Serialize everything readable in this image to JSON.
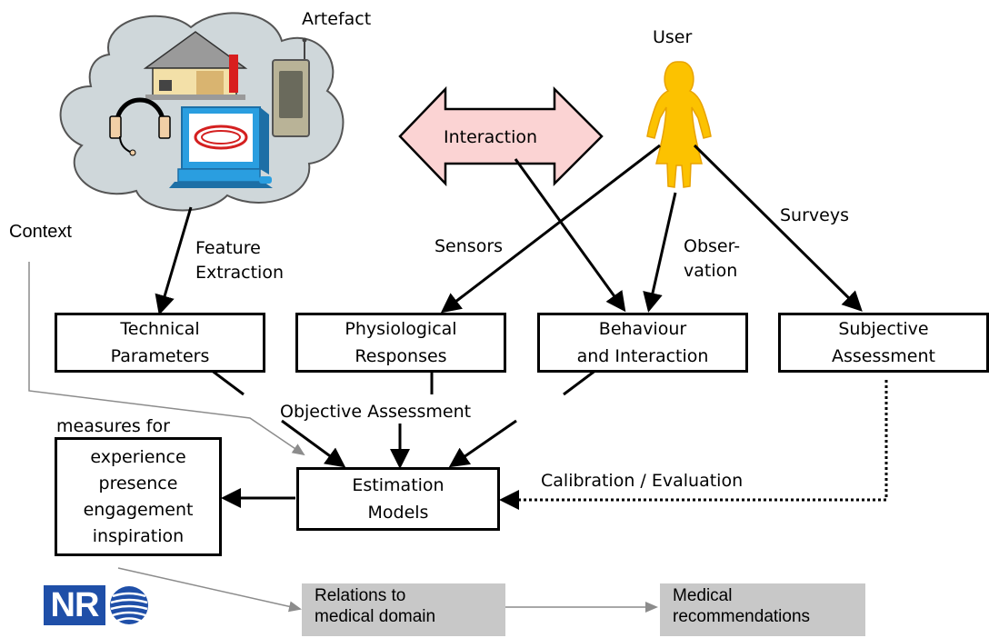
{
  "labels": {
    "artefact": "Artefact",
    "user": "User",
    "interaction": "Interaction",
    "context": "Context",
    "feature_extraction": "Feature\nExtraction",
    "sensors": "Sensors",
    "observation": "Obser-\nvation",
    "surveys": "Surveys",
    "objective_assessment": "Objective Assessment",
    "measures_for": "measures for",
    "calibration": "Calibration / Evaluation"
  },
  "boxes": {
    "technical_parameters": "Technical\nParameters",
    "physiological_responses": "Physiological\nResponses",
    "behaviour_interaction": "Behaviour\nand Interaction",
    "subjective_assessment": "Subjective\nAssessment",
    "estimation_models": "Estimation\nModels",
    "measures_list": "experience\npresence\nengagement\ninspiration"
  },
  "grey_boxes": {
    "relations": "Relations to\nmedical domain",
    "recommendations": "Medical\nrecommendations"
  },
  "logo": {
    "text": "NR"
  },
  "icons": [
    "cloud-icon",
    "house-icon",
    "headphones-icon",
    "computer-icon",
    "remote-device-icon",
    "person-icon",
    "globe-icon"
  ],
  "colors": {
    "cloud": "#cfd7da",
    "interaction_arrow": "#fbd3d3",
    "person": "#fcc200",
    "grey_box": "#c8c8c8",
    "logo": "#1f4fa8"
  }
}
